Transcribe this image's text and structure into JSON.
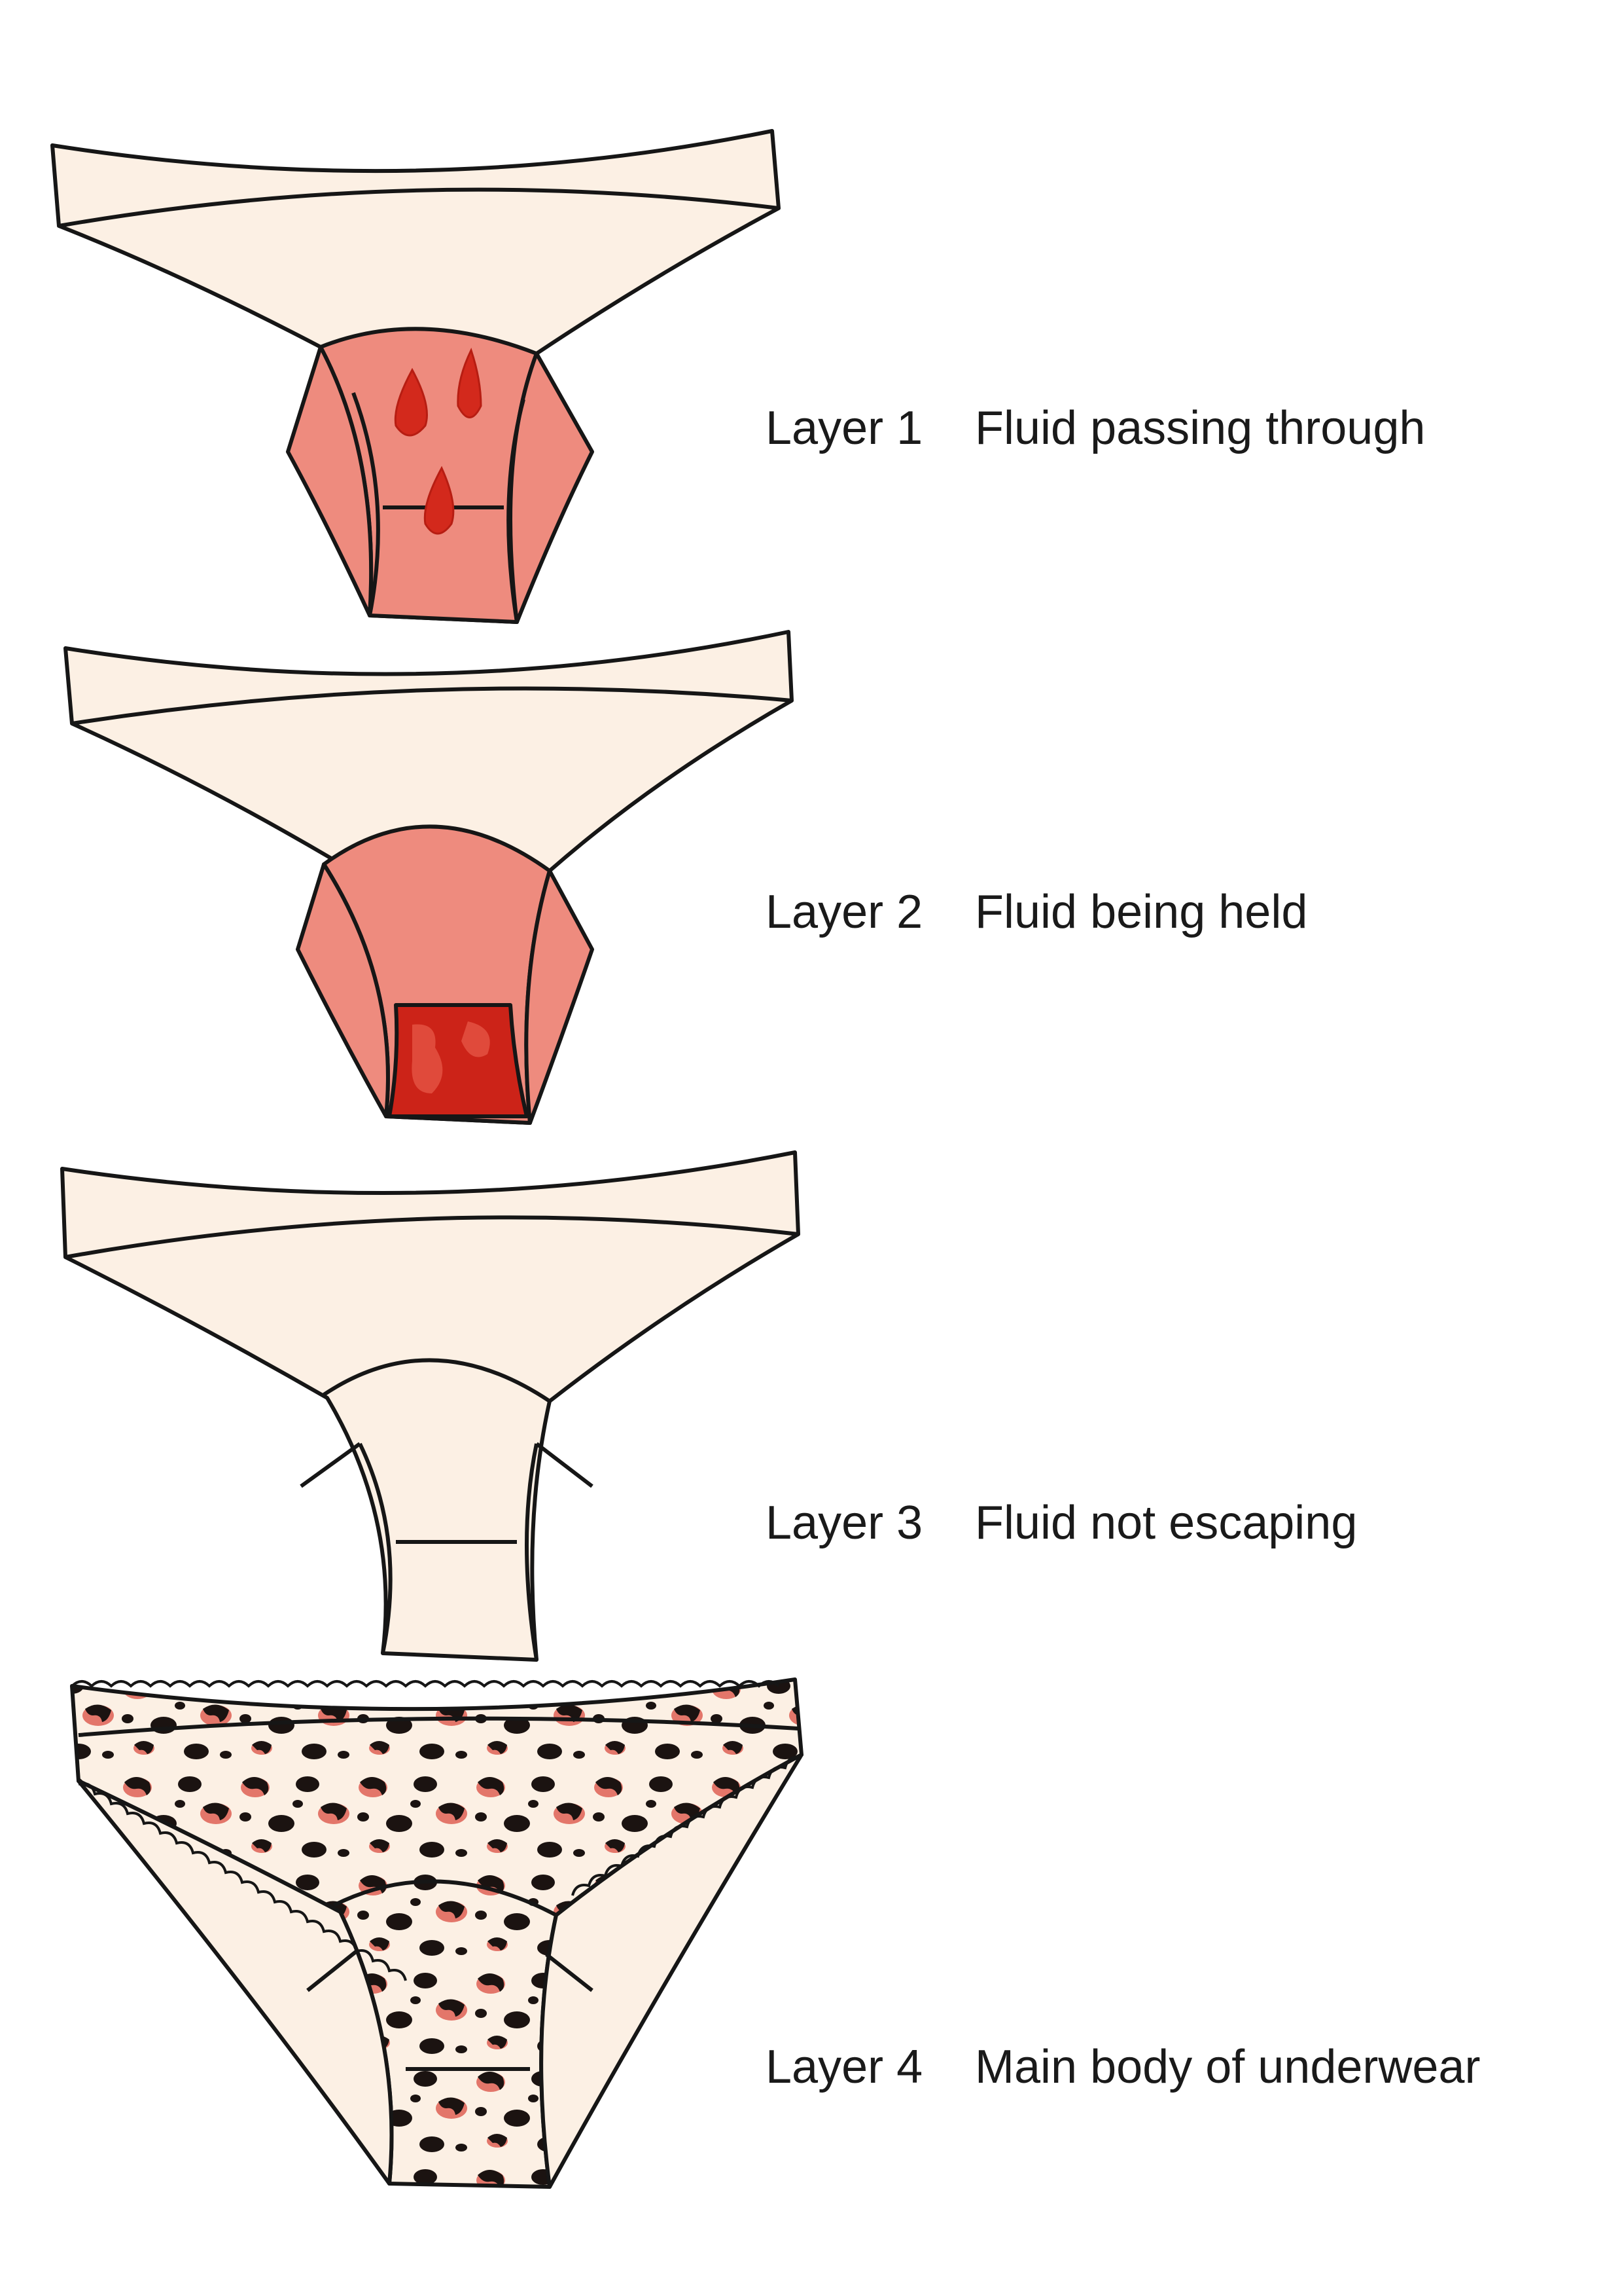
{
  "colors": {
    "fabric": "#fcf0e4",
    "outline": "#161616",
    "absorbent": "#ee8b7e",
    "drops": "#d3291c",
    "held": "#cc2318",
    "leopard_spots": "#1b1311",
    "leopard_pink": "#e3766a"
  },
  "layers": [
    {
      "label": "Layer 1",
      "description": "Fluid passing through",
      "icon": "briefs-fluid-passing-icon"
    },
    {
      "label": "Layer 2",
      "description": "Fluid being held",
      "icon": "briefs-fluid-held-icon"
    },
    {
      "label": "Layer 3",
      "description": "Fluid not escaping",
      "icon": "briefs-fluid-not-escaping-icon"
    },
    {
      "label": "Layer 4",
      "description": "Main body of underwear",
      "icon": "briefs-leopard-main-body-icon"
    }
  ]
}
